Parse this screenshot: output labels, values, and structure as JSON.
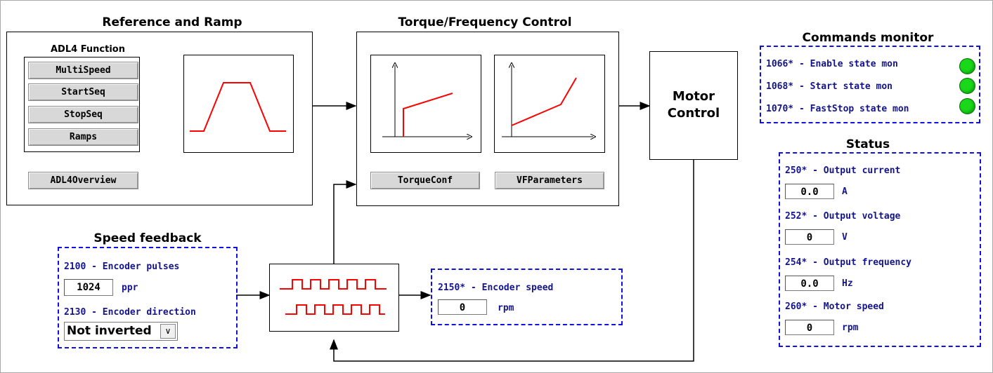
{
  "reference_ramp": {
    "title": "Reference and Ramp",
    "function_title": "ADL4 Function",
    "buttons": [
      "MultiSpeed",
      "StartSeq",
      "StopSeq",
      "Ramps"
    ],
    "overview_button": "ADL4Overview"
  },
  "torque_freq": {
    "title": "Torque/Frequency Control",
    "torque_button": "TorqueConf",
    "vf_button": "VFParameters"
  },
  "motor_control": {
    "line1": "Motor",
    "line2": "Control"
  },
  "commands_monitor": {
    "title": "Commands monitor",
    "items": [
      {
        "label": "1066* - Enable state mon",
        "state_color": "#19d719"
      },
      {
        "label": "1068* - Start state mon",
        "state_color": "#19d719"
      },
      {
        "label": "1070* - FastStop state mon",
        "state_color": "#19d719"
      }
    ]
  },
  "status": {
    "title": "Status",
    "items": [
      {
        "label": "250* - Output current",
        "value": "0.0",
        "unit": "A"
      },
      {
        "label": "252* - Output voltage",
        "value": "0",
        "unit": "V"
      },
      {
        "label": "254* - Output frequency",
        "value": "0.0",
        "unit": "Hz"
      },
      {
        "label": "260* - Motor speed",
        "value": "0",
        "unit": "rpm"
      }
    ]
  },
  "speed_feedback": {
    "title": "Speed feedback",
    "pulses_label": "2100 - Encoder pulses",
    "pulses_value": "1024",
    "pulses_unit": "ppr",
    "direction_label": "2130 - Encoder direction",
    "direction_value": "Not inverted"
  },
  "encoder_speed": {
    "label": "2150* - Encoder speed",
    "value": "0",
    "unit": "rpm"
  },
  "colors": {
    "accent_blue": "#1010e0",
    "label_blue": "#14148c",
    "signal_red": "#ff0000",
    "led_green": "#19d719"
  }
}
